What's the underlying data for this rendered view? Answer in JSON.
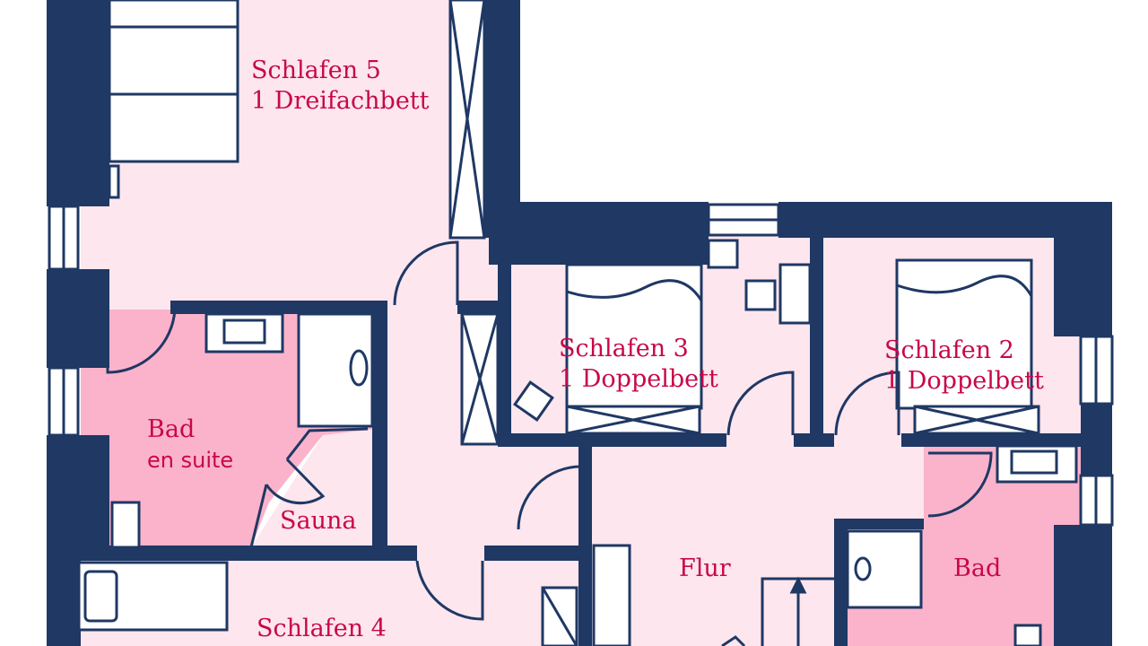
{
  "rooms": {
    "schlafen5": {
      "name": "Schlafen 5",
      "beds": "1 Dreifachbett"
    },
    "schlafen3": {
      "name": "Schlafen 3",
      "beds": "1 Doppelbett"
    },
    "schlafen2": {
      "name": "Schlafen 2",
      "beds": "1 Doppelbett"
    },
    "bad_en_suite": {
      "name": "Bad",
      "sub": "en suite"
    },
    "sauna": {
      "name": "Sauna"
    },
    "flur": {
      "name": "Flur"
    },
    "bad": {
      "name": "Bad"
    },
    "schlafen4": {
      "name": "Schlafen 4"
    }
  },
  "colors": {
    "wall": "#1f3864",
    "room": "#fde6ee",
    "bath": "#fbb3cb",
    "text": "#c8074a"
  }
}
